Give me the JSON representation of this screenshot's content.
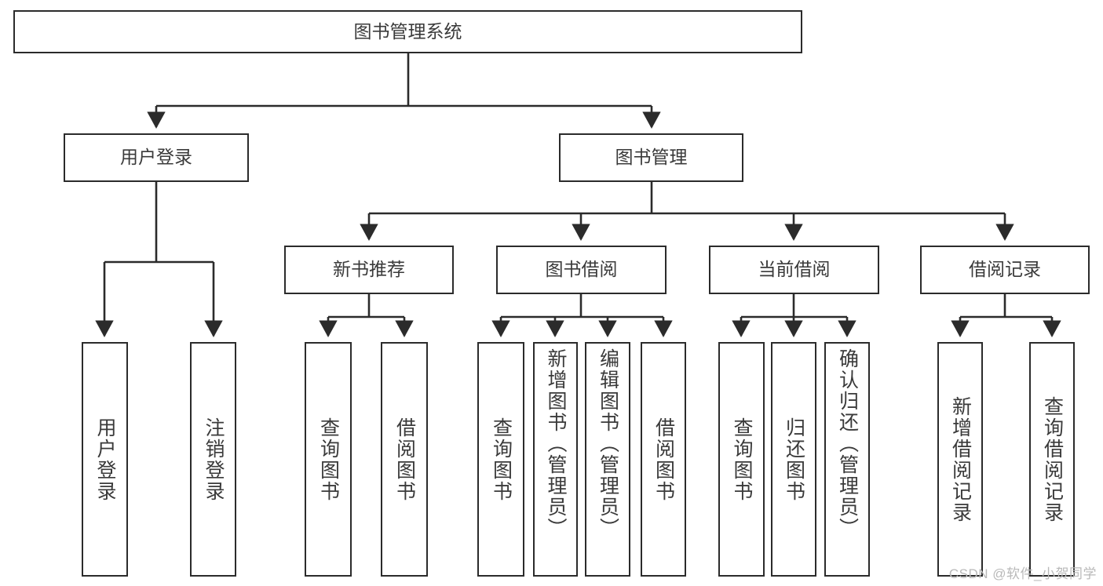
{
  "diagram": {
    "title": "图书管理系统",
    "type": "tree-hierarchy-chart",
    "watermark": "CSDN @软件_小贺同学",
    "colors": {
      "box_border": "#2b2b2b",
      "box_fill": "#ffffff",
      "connector": "#2b2b2b",
      "text": "#3a3a3a",
      "watermark": "#b9b9b9",
      "background": "#ffffff"
    },
    "nodes": {
      "root": {
        "label": "图书管理系统"
      },
      "level1": [
        {
          "id": "user-login",
          "label": "用户登录"
        },
        {
          "id": "book-management",
          "label": "图书管理"
        }
      ],
      "level2": [
        {
          "id": "new-book-recommend",
          "label": "新书推荐",
          "parent": "book-management"
        },
        {
          "id": "book-borrow",
          "label": "图书借阅",
          "parent": "book-management"
        },
        {
          "id": "current-borrow",
          "label": "当前借阅",
          "parent": "book-management"
        },
        {
          "id": "borrow-record",
          "label": "借阅记录",
          "parent": "book-management"
        }
      ],
      "leaves": [
        {
          "id": "leaf-user-login",
          "label": "用户登录",
          "parent": "user-login"
        },
        {
          "id": "leaf-logout-login",
          "label": "注销登录",
          "parent": "user-login"
        },
        {
          "id": "leaf-query-book-1",
          "label": "查询图书",
          "parent": "new-book-recommend"
        },
        {
          "id": "leaf-borrow-book-1",
          "label": "借阅图书",
          "parent": "new-book-recommend"
        },
        {
          "id": "leaf-query-book-2",
          "label": "查询图书",
          "parent": "book-borrow"
        },
        {
          "id": "leaf-add-book-admin",
          "label": "新增图书（管理员）",
          "parent": "book-borrow"
        },
        {
          "id": "leaf-edit-book-admin",
          "label": "编辑图书（管理员）",
          "parent": "book-borrow"
        },
        {
          "id": "leaf-borrow-book-2",
          "label": "借阅图书",
          "parent": "book-borrow"
        },
        {
          "id": "leaf-query-book-3",
          "label": "查询图书",
          "parent": "current-borrow"
        },
        {
          "id": "leaf-return-book",
          "label": "归还图书",
          "parent": "current-borrow"
        },
        {
          "id": "leaf-confirm-return-admin",
          "label": "确认归还（管理员）",
          "parent": "current-borrow"
        },
        {
          "id": "leaf-add-borrow-record",
          "label": "新增借阅记录",
          "parent": "borrow-record"
        },
        {
          "id": "leaf-query-borrow-record",
          "label": "查询借阅记录",
          "parent": "borrow-record"
        }
      ]
    }
  }
}
